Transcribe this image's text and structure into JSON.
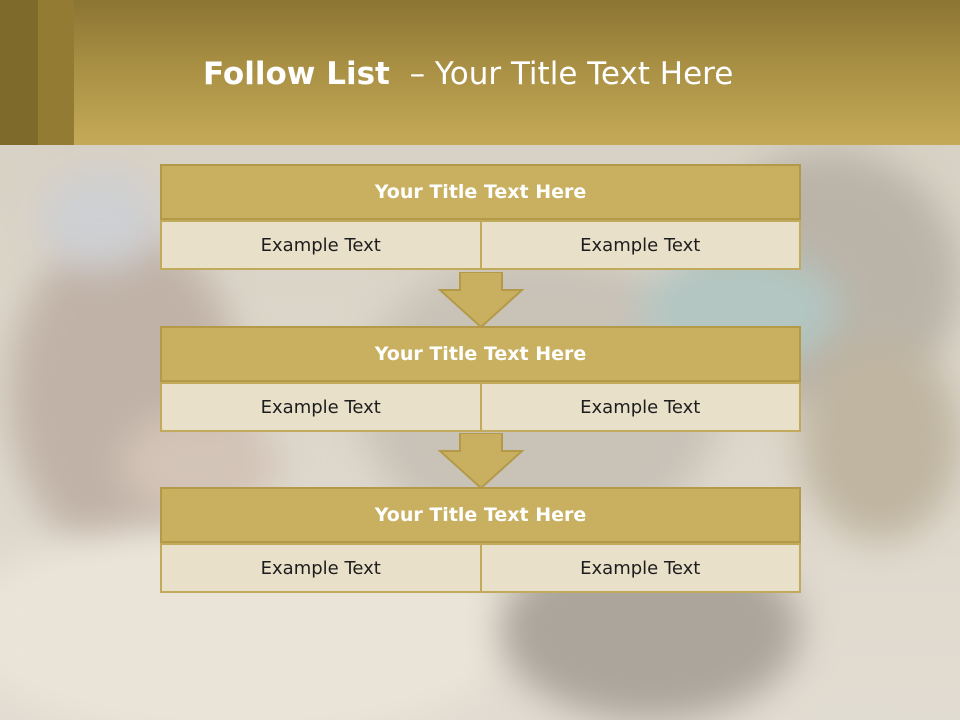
{
  "header": {
    "title_bold": "Follow List",
    "title_rest": "  – Your Title Text Here"
  },
  "blocks": [
    {
      "title": "Your Title Text Here",
      "left": "Example Text",
      "right": "Example Text"
    },
    {
      "title": "Your Title Text Here",
      "left": "Example Text",
      "right": "Example Text"
    },
    {
      "title": "Your Title Text Here",
      "left": "Example Text",
      "right": "Example Text"
    }
  ],
  "colors": {
    "accent": "#c8b060",
    "cell_background": "#e9e0ca",
    "header_band": "#a88f43"
  },
  "icons": [
    "down-arrow-icon",
    "down-arrow-icon"
  ]
}
